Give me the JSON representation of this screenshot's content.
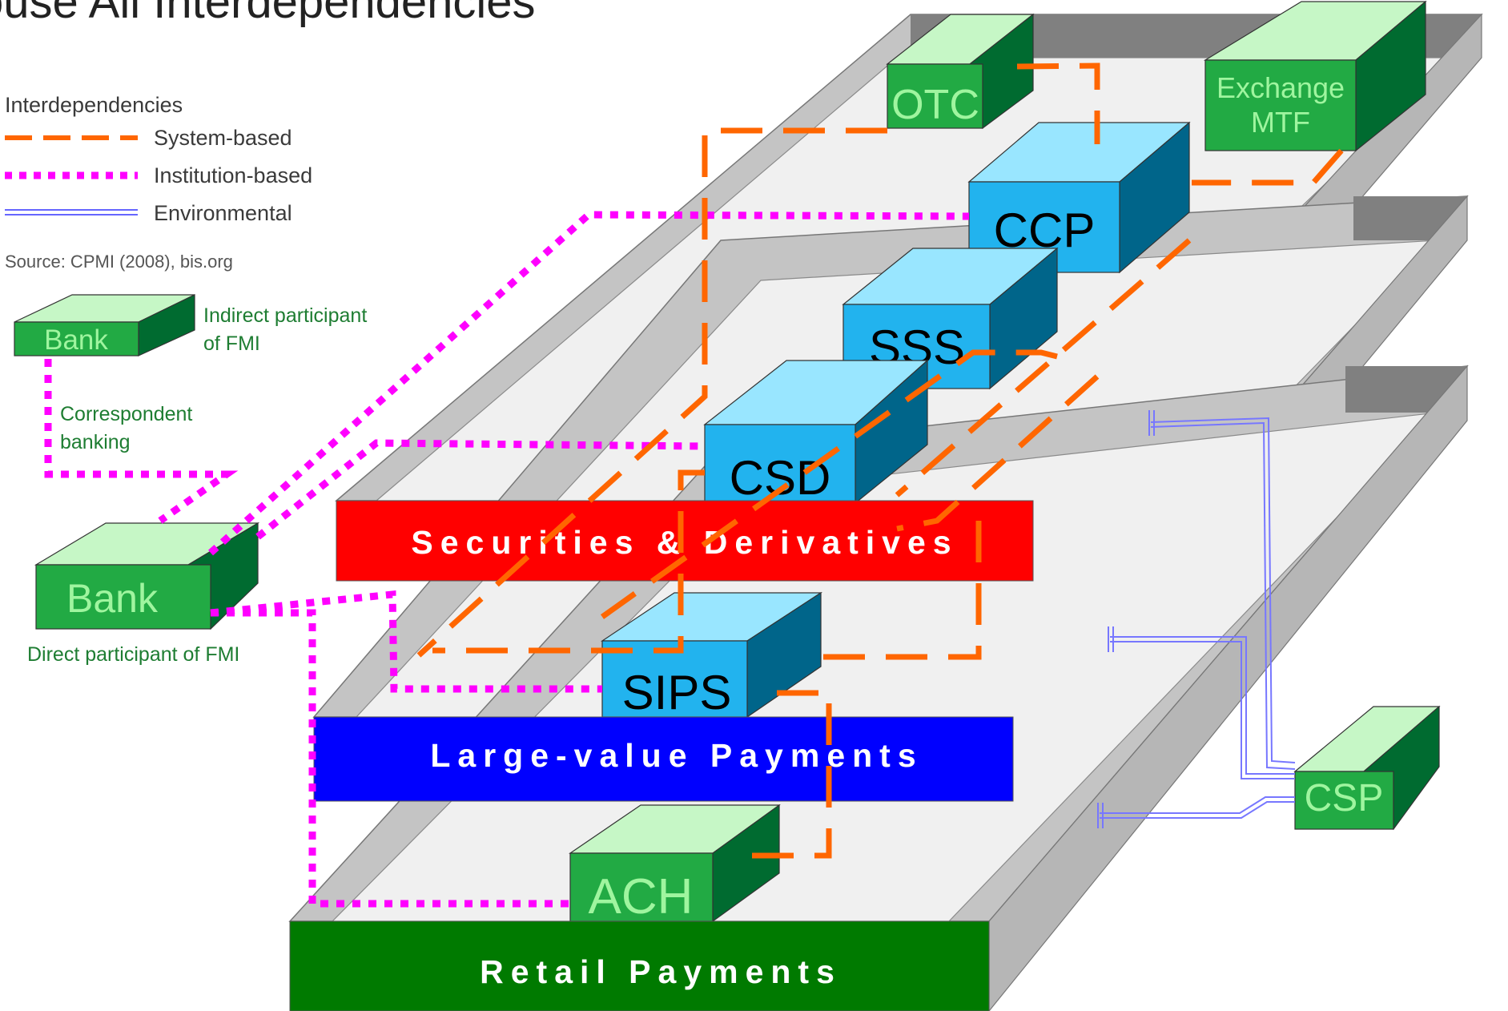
{
  "title": "ouse All Interdependencies",
  "legend": {
    "heading": "Interdependencies",
    "system": "System-based",
    "institution": "Institution-based",
    "environmental": "Environmental"
  },
  "source": "Source: CPMI (2008), bis.org",
  "left_panel": {
    "bank_small": "Bank",
    "indirect_line1": "Indirect participant",
    "indirect_line2": "of FMI",
    "correspondent_line1": "Correspondent",
    "correspondent_line2": "banking",
    "bank_large": "Bank",
    "direct": "Direct participant of FMI"
  },
  "layers": {
    "securities": "Securities & Derivatives",
    "large_value": "Large-value Payments",
    "retail": "Retail Payments"
  },
  "boxes": {
    "otc": "OTC",
    "exchange_line1": "Exchange",
    "exchange_line2": "MTF",
    "ccp": "CCP",
    "sss": "SSS",
    "csd": "CSD",
    "sips": "SIPS",
    "ach": "ACH",
    "csp": "CSP"
  },
  "colors": {
    "system_based": "#ff6600",
    "institution_based": "#ff00ff",
    "environmental": "#6666ff",
    "securities_band": "#ff0000",
    "large_value_band": "#0000ff",
    "retail_band": "#008000",
    "fmi_box": "#99e6ff",
    "participant_box": "#22aa44"
  }
}
